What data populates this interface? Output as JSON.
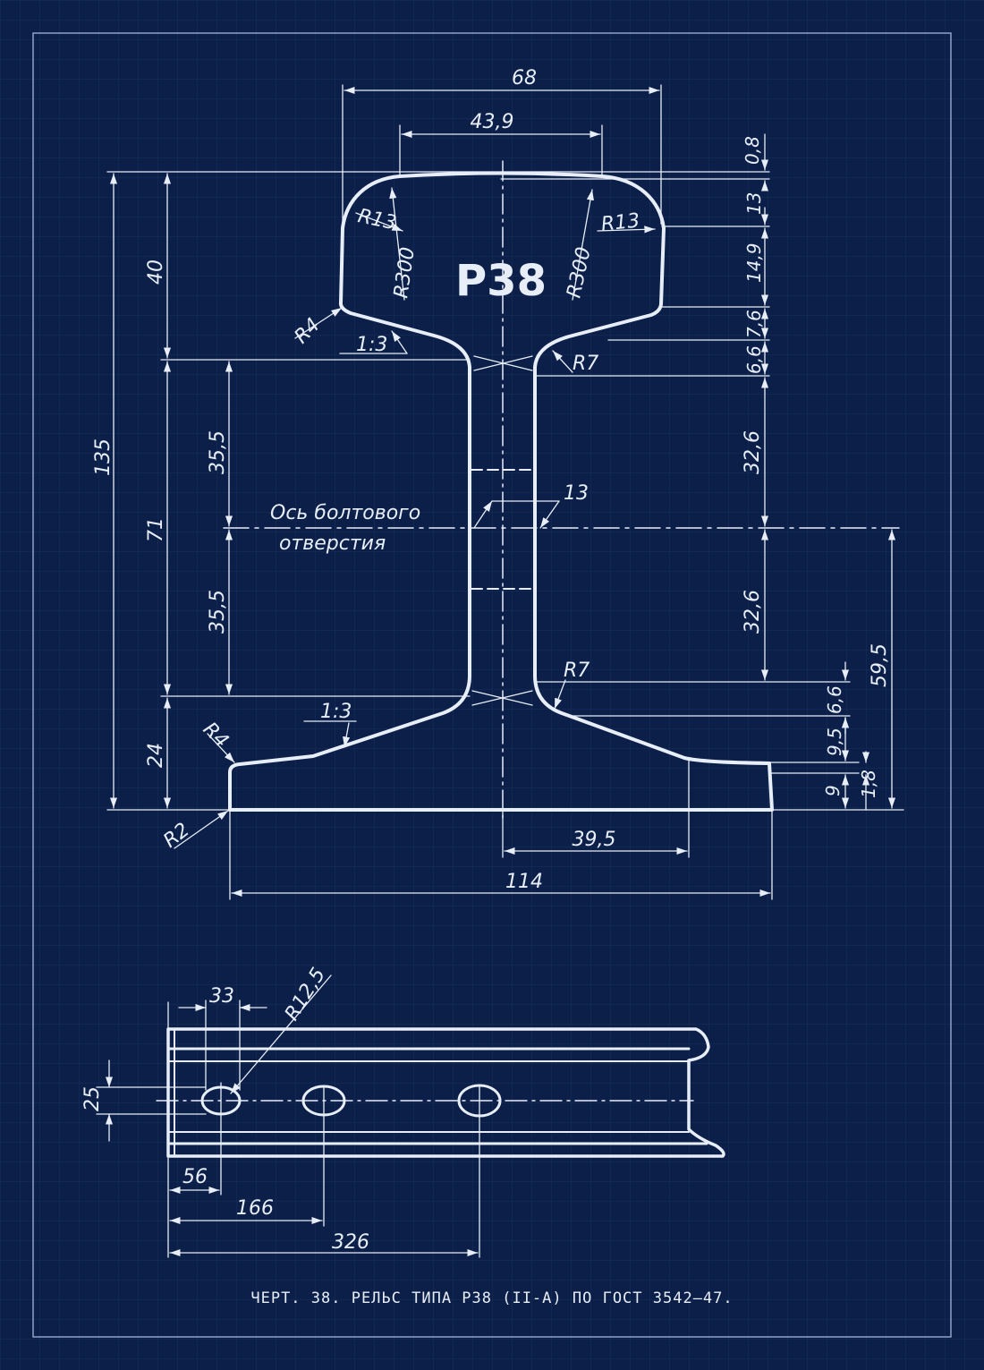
{
  "profile_label": "Р38",
  "dimensions": {
    "head_width": "68",
    "head_top_width": "43,9",
    "head_radius_left": "R13",
    "head_radius_right": "R13",
    "head_side_radius_left": "R300",
    "head_side_radius_right": "R300",
    "r4_top": "R4",
    "slope_top": "1:3",
    "r7_top": "R7",
    "d_0_8": "0,8",
    "d_13_right": "13",
    "d_14_9": "14,9",
    "d_7_6": "7,6",
    "d_6_6_top": "6,6",
    "d_32_6_top": "32,6",
    "d_32_6_bottom": "32,6",
    "d_59_5": "59,5",
    "d_6_6_bottom": "6,6",
    "d_9_5": "9,5",
    "d_9": "9",
    "d_1_8": "1,8",
    "total_height": "135",
    "head_height": "40",
    "web_height": "71",
    "foot_height": "24",
    "half_web_top": "35,5",
    "half_web_bottom": "35,5",
    "web_thickness": "13",
    "bolt_axis_line1": "Ось болтового",
    "bolt_axis_line2": "отверстия",
    "r7_bottom": "R7",
    "r4_bottom": "R4",
    "slope_bottom": "1:3",
    "r2": "R2",
    "half_foot": "39,5",
    "foot_width": "114"
  },
  "side_view": {
    "d_33": "33",
    "d_r12_5": "R12,5",
    "d_25": "25",
    "d_56": "56",
    "d_166": "166",
    "d_326": "326"
  },
  "caption": "ЧЕРТ. 38.  РЕЛЬС ТИПА Р38 (II-А) ПО ГОСТ 3542—47.",
  "colors": {
    "background": "#0b1f48",
    "lines": "#e8eef8",
    "grid": "#16305e"
  }
}
